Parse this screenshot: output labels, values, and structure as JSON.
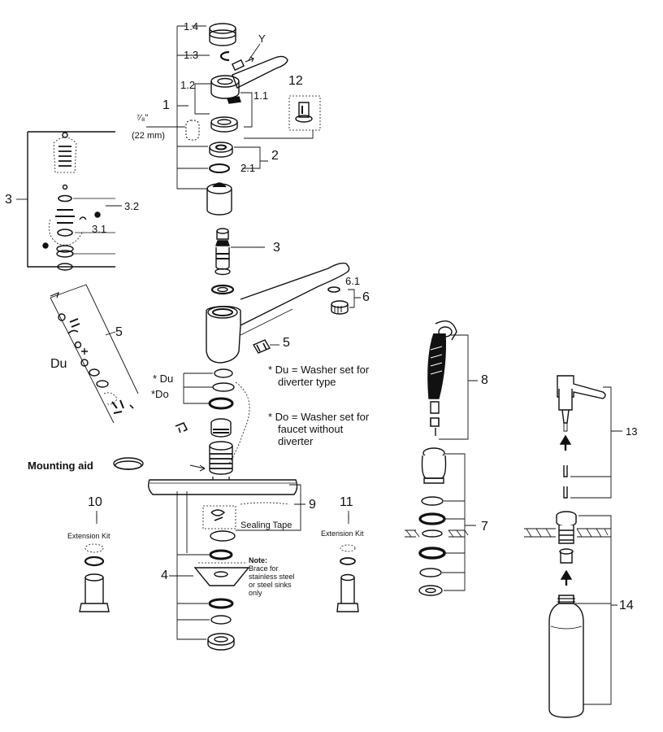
{
  "labels": {
    "p1": "1",
    "p1_1": "1.1",
    "p1_2": "1.2",
    "p1_3": "1.3",
    "p1_4": "1.4",
    "pY": "Y",
    "p12": "12",
    "size_in": "⁷⁄₈\"",
    "size_mm": "(22 mm)",
    "p2": "2",
    "p2_1": "2.1",
    "p3_left": "3",
    "p3_2": "3.2",
    "p3_1": "3.1",
    "p3_center": "3",
    "p6": "6",
    "p6_1": "6.1",
    "p5_left": "5",
    "du_left": "Du",
    "p5_center": "5",
    "du_mark": "* Du",
    "do_mark": "*Do",
    "p8": "8",
    "p13": "13",
    "mounting_aid": "Mounting aid",
    "p10": "10",
    "p11": "11",
    "ext_kit_10": "Extension Kit",
    "ext_kit_11": "Extension Kit",
    "sealing_tape": "Sealing Tape",
    "p9": "9",
    "p7": "7",
    "p4": "4",
    "p14": "14"
  },
  "notes": {
    "du_line1": "* Du = Washer set for",
    "du_line2": "diverter type",
    "do_line1": "* Do = Washer set for",
    "do_line2": "faucet without",
    "do_line3": "diverter",
    "brace_title": "Note:",
    "brace_line1": "Brace for",
    "brace_line2": "stainless steel",
    "brace_line3": "or steel sinks",
    "brace_line4": "only"
  }
}
